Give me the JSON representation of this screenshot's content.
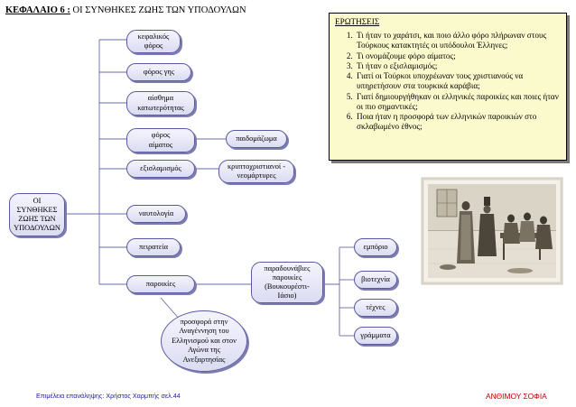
{
  "title": {
    "lead": "ΚΕΦΑΛΑΙΟ 6 :",
    "rest": "ΟΙ ΣΥΝΘΗΚΕΣ ΖΩΗΣ ΤΩΝ ΥΠΟΔΟΥΛΩΝ"
  },
  "diagram": {
    "root": "ΟΙ ΣΥΝΘΗΚΕΣ\nΖΩΗΣ ΤΩΝ\nΥΠΟΔΟΥΛΩΝ",
    "branches": {
      "kefalikos": "κεφαλικός\nφόρος",
      "foros_gis": "φόρος γης",
      "aisthima": "αίσθημα\nκατωτερότητας",
      "foros_aimatos": "φόρος\nαίματος",
      "exislamismos": "εξισλαμισμός",
      "naftologia": "ναυτολογία",
      "peirateia": "πειρατεία",
      "paroikies": "παροικίες"
    },
    "sub": {
      "paidomazoma": "παιδομάζωμα",
      "kryptochristianoi": "κρυπτοχριστιανοί -\nνεομάρτυρες",
      "paradounavies": "παραδουνάβιες\nπαροικίες\n(Βουκουρέστι-\nΙάσιο)",
      "prosfora": "προσφορά στην\nΑναγέννηση του\nΕλληνισμού και στον\nΑγώνα της\nΑνεξαρτησίας",
      "emporio": "εμπόριο",
      "viotechnia": "βιοτεχνία",
      "technes": "τέχνες",
      "grammata": "γράμματα"
    }
  },
  "questions": {
    "heading": "ΕΡΩΤΗΣΕΙΣ",
    "items": [
      "Τι ήταν το χαράτσι, και ποιο άλλο φόρο πλήρωναν στους Τούρκους κατακτητές οι υπόδουλοι Έλληνες;",
      "Τι ονομάζουμε φόρο αίματος;",
      "Τι ήταν ο εξισλαμισμός;",
      "Γιατί οι Τούρκοι υποχρέωναν τους χριστιανούς να υπηρετήσουν στα τουρκικά καράβια;",
      "Γιατί δημιουργήθηκαν οι ελληνικές παροικίες και ποιες ήταν οι πιο σημαντικές;",
      "Ποια ήταν η προσφορά των ελληνικών παροικιών στο σκλαβωμένο έθνος;"
    ]
  },
  "footer": {
    "left": "Επιμέλεια επανάληψης: Χρήστος Χαρμπής σελ.44",
    "right": "ΑΝΘΙΜΟΥ ΣΟΦΙΑ"
  },
  "colors": {
    "node_border": "#5a5aa0",
    "node_fill": "#e8e8f8",
    "question_bg": "#fbfacc",
    "footer_left": "#2020a0",
    "footer_right": "#c00000"
  }
}
